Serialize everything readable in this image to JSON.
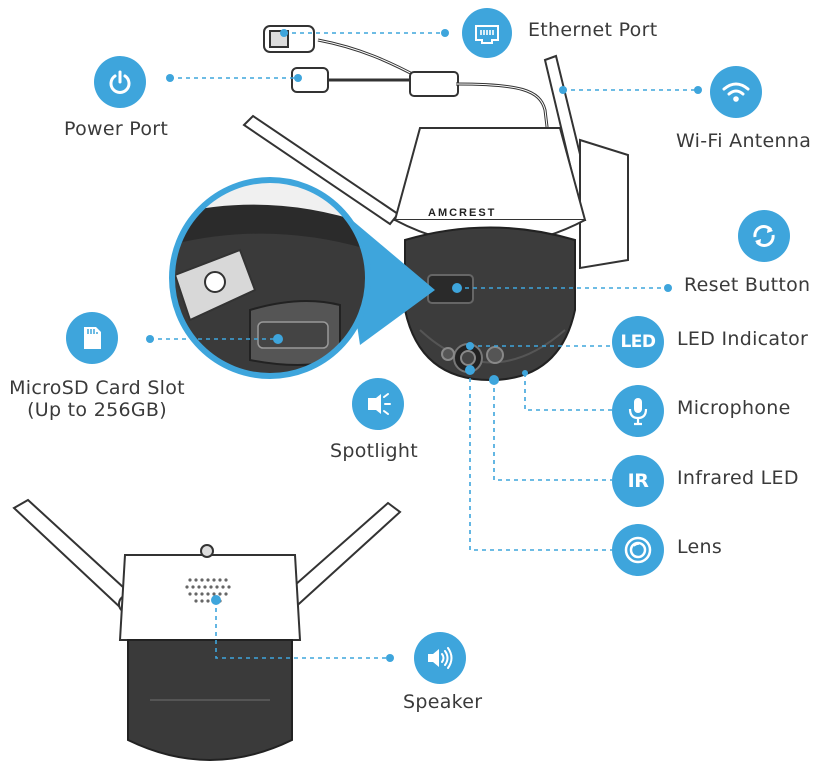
{
  "brand": "AMCREST",
  "colors": {
    "accent": "#3ea5dc",
    "text": "#3a3a3a",
    "line_art": "#333333"
  },
  "callouts": {
    "ethernet_port": {
      "label": "Ethernet Port",
      "icon": "ethernet-icon"
    },
    "power_port": {
      "label": "Power Port",
      "icon": "power-icon"
    },
    "wifi_antenna": {
      "label": "Wi-Fi Antenna",
      "icon": "wifi-icon"
    },
    "reset_button": {
      "label": "Reset Button",
      "icon": "reset-icon"
    },
    "led_indicator": {
      "label": "LED Indicator",
      "icon_text": "LED"
    },
    "microsd_slot": {
      "label_line1": "MicroSD Card Slot",
      "label_line2": "(Up to 256GB)",
      "icon": "sd-card-icon"
    },
    "spotlight": {
      "label": "Spotlight",
      "icon": "spotlight-icon"
    },
    "microphone": {
      "label": "Microphone",
      "icon": "microphone-icon"
    },
    "infrared_led": {
      "label": "Infrared LED",
      "icon_text": "IR"
    },
    "lens": {
      "label": "Lens",
      "icon": "lens-icon"
    },
    "speaker": {
      "label": "Speaker",
      "icon": "speaker-icon"
    }
  }
}
